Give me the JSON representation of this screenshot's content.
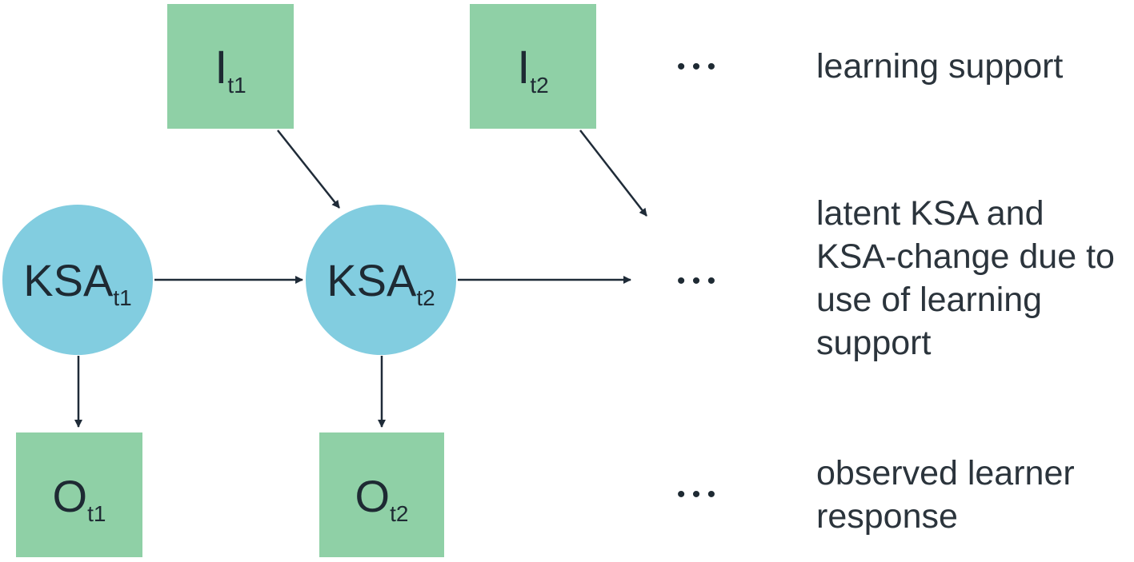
{
  "colors": {
    "observed_box": "#8fd0a6",
    "latent_circle": "#82cde0",
    "arrow": "#1f2b38",
    "text": "#2b343c"
  },
  "nodes": {
    "support_t1": {
      "main": "I",
      "sub": "t1"
    },
    "support_t2": {
      "main": "I",
      "sub": "t2"
    },
    "ksa_t1": {
      "main": "KSA",
      "sub": "t1"
    },
    "ksa_t2": {
      "main": "KSA",
      "sub": "t2"
    },
    "response_t1": {
      "main": "O",
      "sub": "t1"
    },
    "response_t2": {
      "main": "O",
      "sub": "t2"
    }
  },
  "ellipsis": "• • •",
  "row_labels": {
    "support": [
      "learning support"
    ],
    "latent": [
      "latent KSA and",
      "KSA-change due to",
      "use of learning",
      "support"
    ],
    "observed": [
      "observed learner",
      "response"
    ]
  }
}
